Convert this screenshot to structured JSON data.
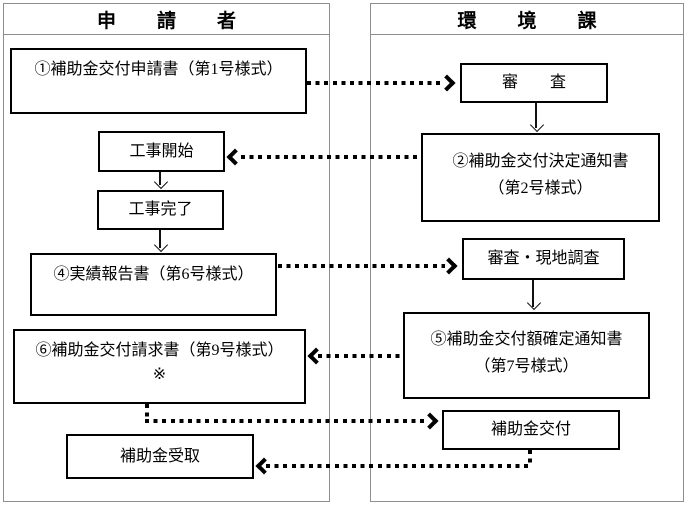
{
  "colors": {
    "ink": "#000000",
    "frame_gray": "#8e8e8e"
  },
  "columns": {
    "applicant_header": "申　請　者",
    "env_header": "環　境　課"
  },
  "boxes": {
    "application": {
      "label": "①補助金交付申請書（第1号様式）"
    },
    "construction_start": {
      "label": "工事開始"
    },
    "construction_complete": {
      "label": "工事完了"
    },
    "performance_report": {
      "label": "④実績報告書（第6号様式）"
    },
    "payment_request": {
      "label": "⑥補助金交付請求書（第9号様式）",
      "note": "※"
    },
    "subsidy_receipt": {
      "label": "補助金受取"
    },
    "review": {
      "label": "審　　査"
    },
    "grant_decision": {
      "label": "②補助金交付決定通知書",
      "sub": "（第2号様式）"
    },
    "review_site_survey": {
      "label": "審査・現地調査"
    },
    "amount_confirmation": {
      "label": "⑤補助金交付額確定通知書",
      "sub": "（第7号様式）"
    },
    "subsidy_payment": {
      "label": "補助金交付"
    }
  }
}
